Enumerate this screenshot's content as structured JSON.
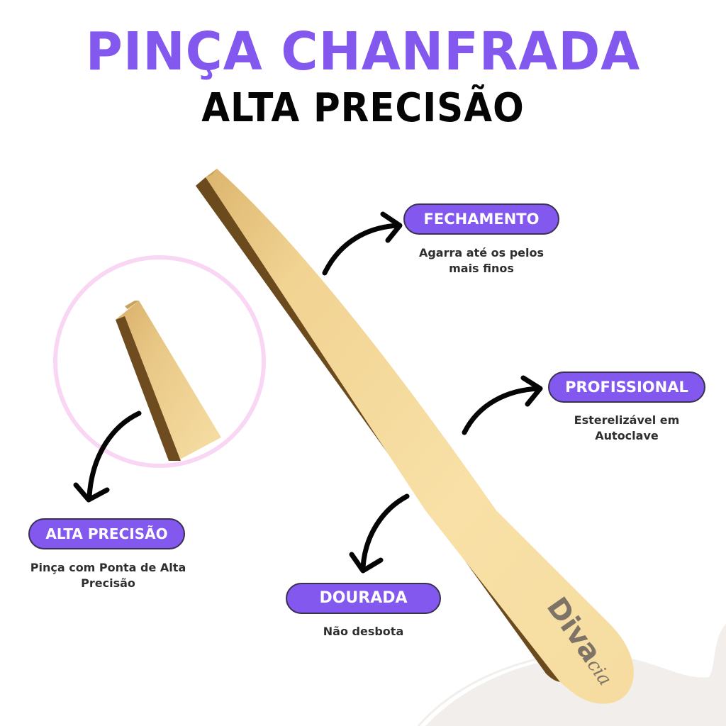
{
  "header": {
    "title": "PINÇA CHANFRADA",
    "subtitle": "ALTA PRECISÃO"
  },
  "colors": {
    "accent": "#8358ee",
    "title_dark": "#050505",
    "gold_light": "#f7dc9c",
    "gold_dark": "#6e4c20",
    "zoom_circle": "#f9d7f4",
    "background_blob": "#f1eeec"
  },
  "callouts": [
    {
      "id": "fechamento",
      "label": "FECHAMENTO",
      "description_line1": "Agarra até os pelos",
      "description_line2": "mais finos",
      "icon": "curved-arrow-right-icon"
    },
    {
      "id": "profissional",
      "label": "PROFISSIONAL",
      "description_line1": "Esterelizável em",
      "description_line2": "Autoclave",
      "icon": "curved-arrow-right-icon"
    },
    {
      "id": "alta-precisao",
      "label": "ALTA PRECISÃO",
      "description_line1": "Pinça com Ponta de Alta",
      "description_line2": "Precisão",
      "icon": "curved-arrow-down-icon"
    },
    {
      "id": "dourada",
      "label": "DOURADA",
      "description_line1": "Não desbota",
      "description_line2": "",
      "icon": "curved-arrow-down-icon"
    }
  ],
  "product": {
    "brand_main": "Diva",
    "brand_suffix": ".cia",
    "detail_view": "zoomed-tip"
  }
}
